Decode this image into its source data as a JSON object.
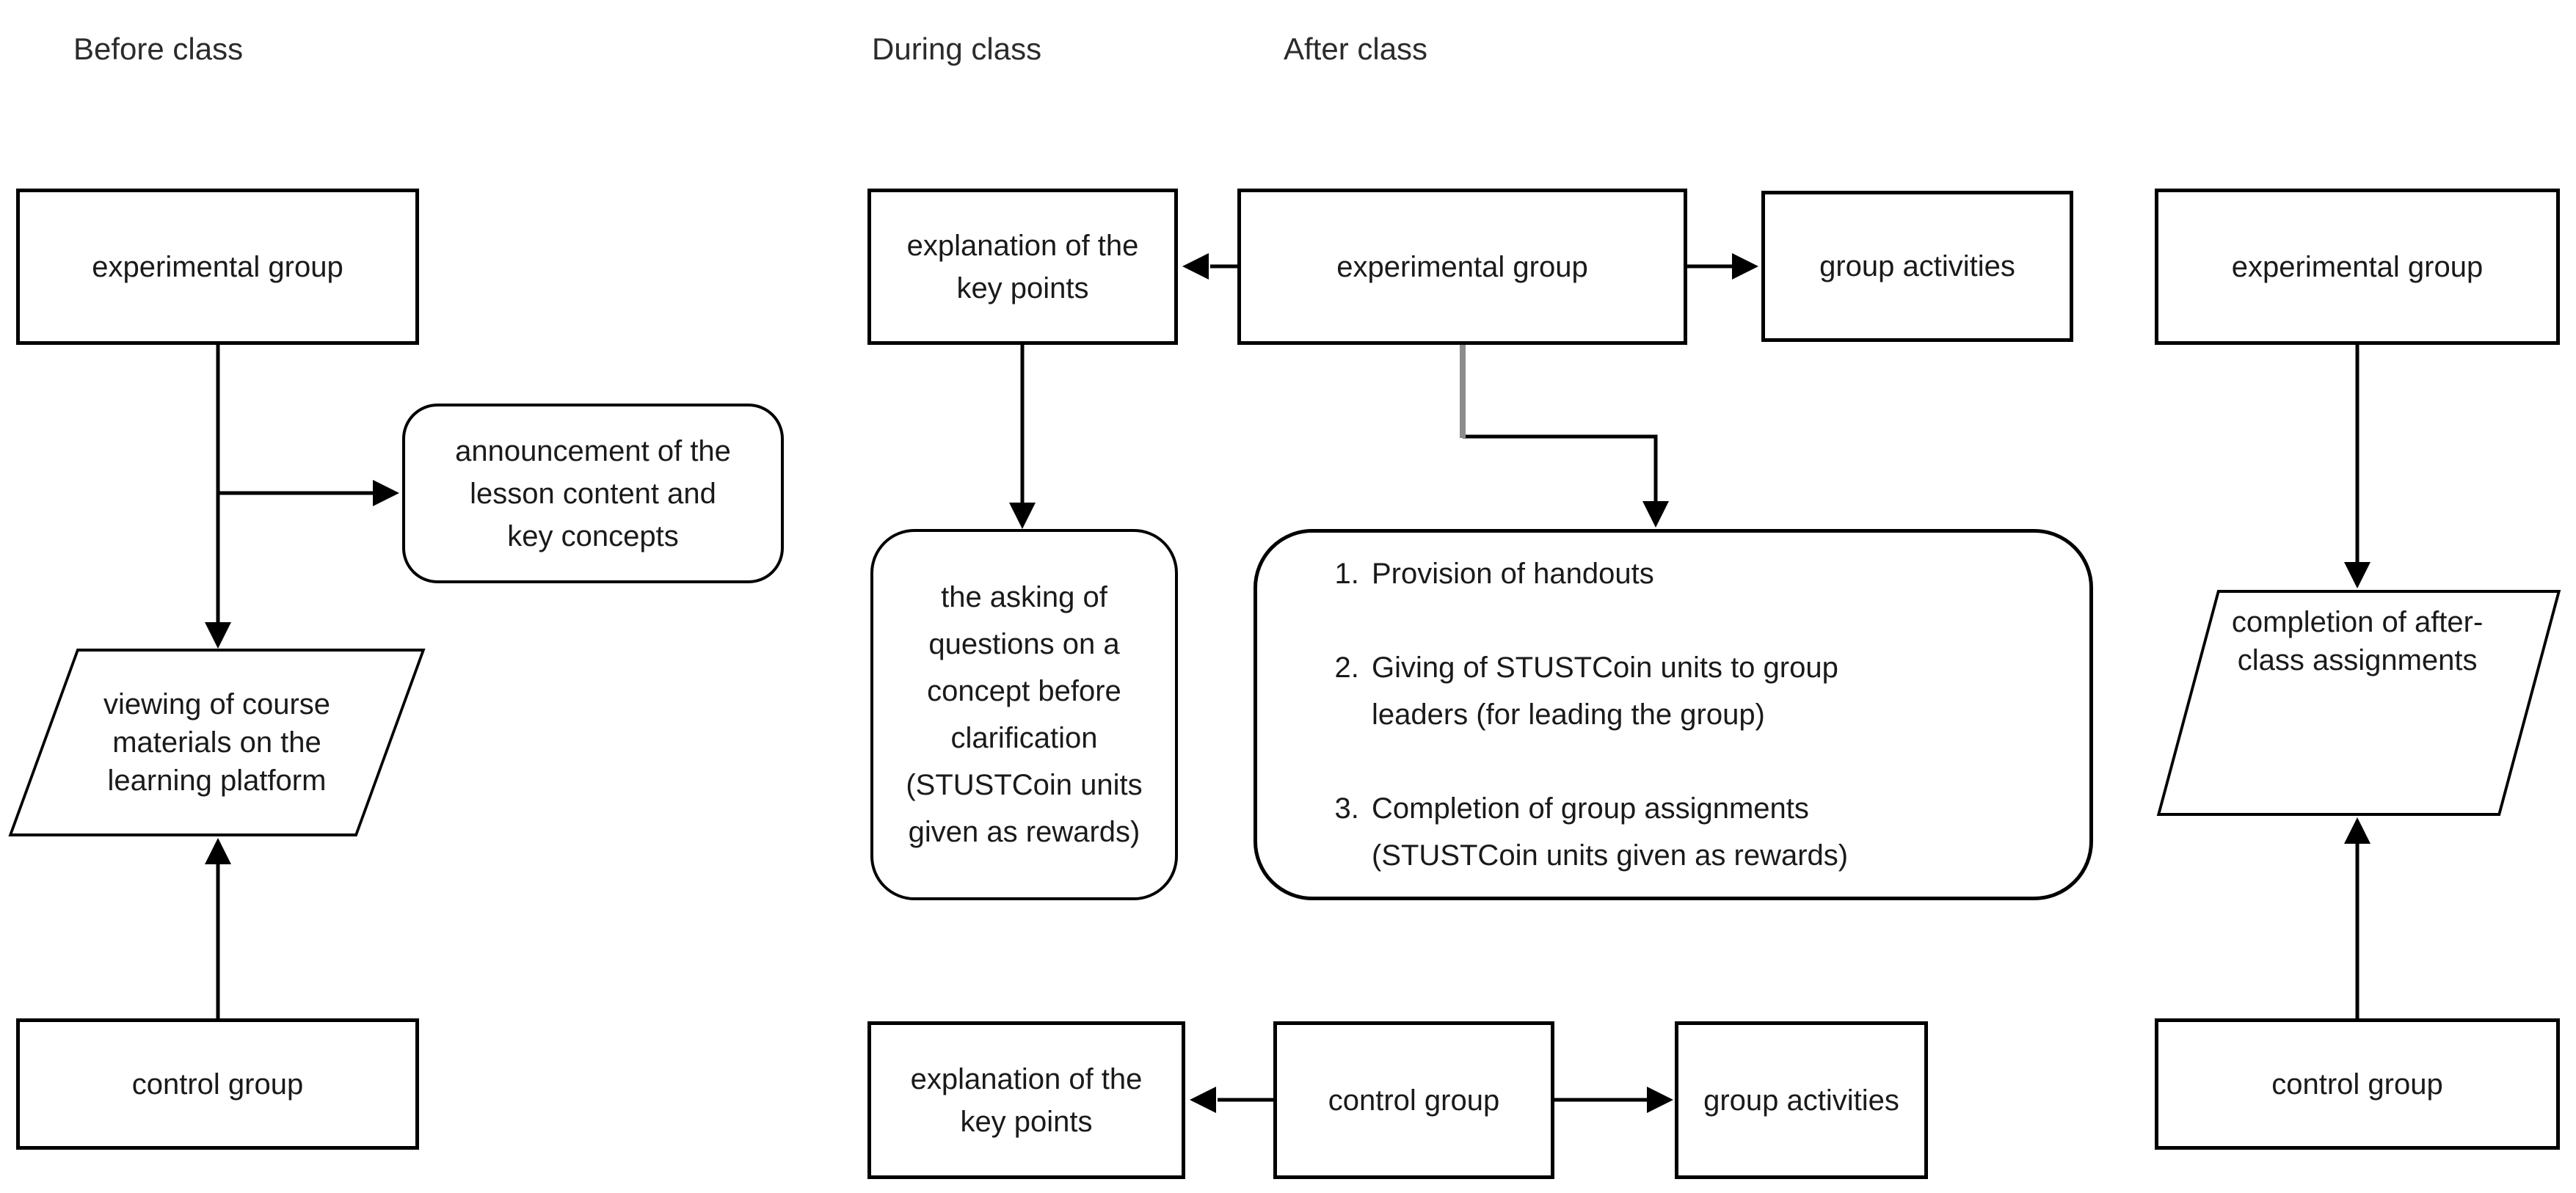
{
  "phases": {
    "before": "Before class",
    "during": "During class",
    "after": "After class"
  },
  "nodes": {
    "left_experimental_group": "experimental group",
    "left_announcement": "announcement of the\nlesson content and\nkey concepts",
    "left_viewing": "viewing of course\nmaterials on the\nlearning platform",
    "left_control_group": "control group",
    "mid_explanation_top": "explanation of the\nkey points",
    "mid_experimental_group": "experimental group",
    "mid_group_activities_top": "group activities",
    "mid_asking_questions": "the asking of\nquestions on a\nconcept before\nclarification\n(STUSTCoin units\ngiven as rewards)",
    "mid_rewards_list": [
      "Provision of handouts",
      "Giving of STUSTCoin units to group\nleaders (for leading the group)",
      "Completion of group assignments\n(STUSTCoin units given as rewards)"
    ],
    "mid_explanation_bottom": "explanation of the\nkey points",
    "mid_control_group": "control group",
    "mid_group_activities_bottom": "group activities",
    "right_experimental_group": "experimental group",
    "right_completion": "completion of after-\nclass assignments",
    "right_control_group": "control group"
  },
  "colors": {
    "stroke": "#000000",
    "connector_gray": "#8c8c8c",
    "node_fill": "#ffffff",
    "text": "#1a1a1a",
    "background": "#ffffff"
  }
}
